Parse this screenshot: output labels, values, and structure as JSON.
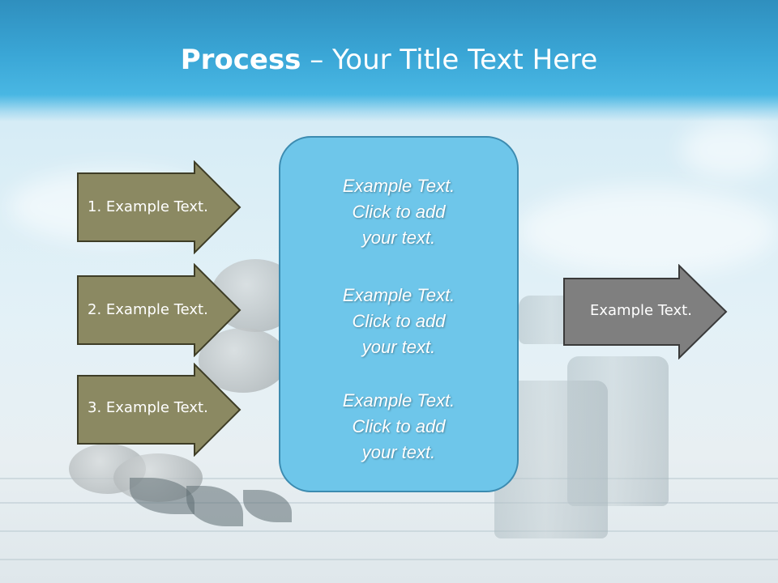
{
  "title": {
    "bold": "Process",
    "rest": " – Your Title Text Here"
  },
  "colors": {
    "left_arrow_fill": "#8b8962",
    "left_arrow_stroke": "#3e3d26",
    "right_arrow_fill": "#7f7f7f",
    "center_box_fill": "#6ec6ea",
    "center_box_border": "#3c8bb0",
    "header_blue": "#3aa6d6"
  },
  "left_arrows": [
    {
      "label": "1. Example Text."
    },
    {
      "label": "2. Example Text."
    },
    {
      "label": "3. Example Text."
    }
  ],
  "center_box": {
    "paragraphs": [
      {
        "lines": [
          "Example Text.",
          "Click  to add",
          "your text."
        ]
      },
      {
        "lines": [
          "Example Text.",
          "Click  to add",
          "your text."
        ]
      },
      {
        "lines": [
          "Example Text.",
          "Click  to add",
          "your text."
        ]
      }
    ]
  },
  "right_arrow": {
    "label": "Example Text."
  },
  "icons": [
    "right-arrow-shape"
  ]
}
